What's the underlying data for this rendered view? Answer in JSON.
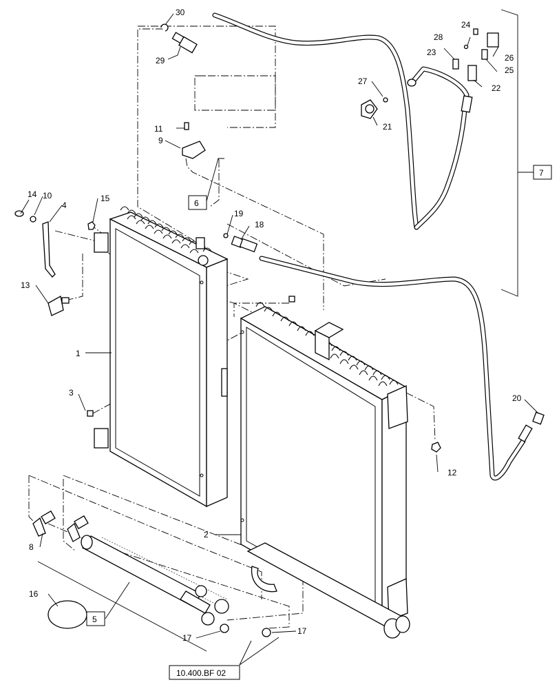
{
  "callouts": {
    "c1": "1",
    "c2": "2",
    "c3": "3",
    "c4": "4",
    "c5": "5",
    "c6": "6",
    "c7": "7",
    "c8": "8",
    "c9": "9",
    "c10": "10",
    "c11": "11",
    "c12": "12",
    "c13": "13",
    "c14": "14",
    "c15": "15",
    "c16": "16",
    "c17a": "17",
    "c17b": "17",
    "c18": "18",
    "c19": "19",
    "c20": "20",
    "c21": "21",
    "c22": "22",
    "c23": "23",
    "c24": "24",
    "c25": "25",
    "c26": "26",
    "c27": "27",
    "c28": "28",
    "c29": "29",
    "c30": "30"
  },
  "reference": "10.400.BF 02"
}
